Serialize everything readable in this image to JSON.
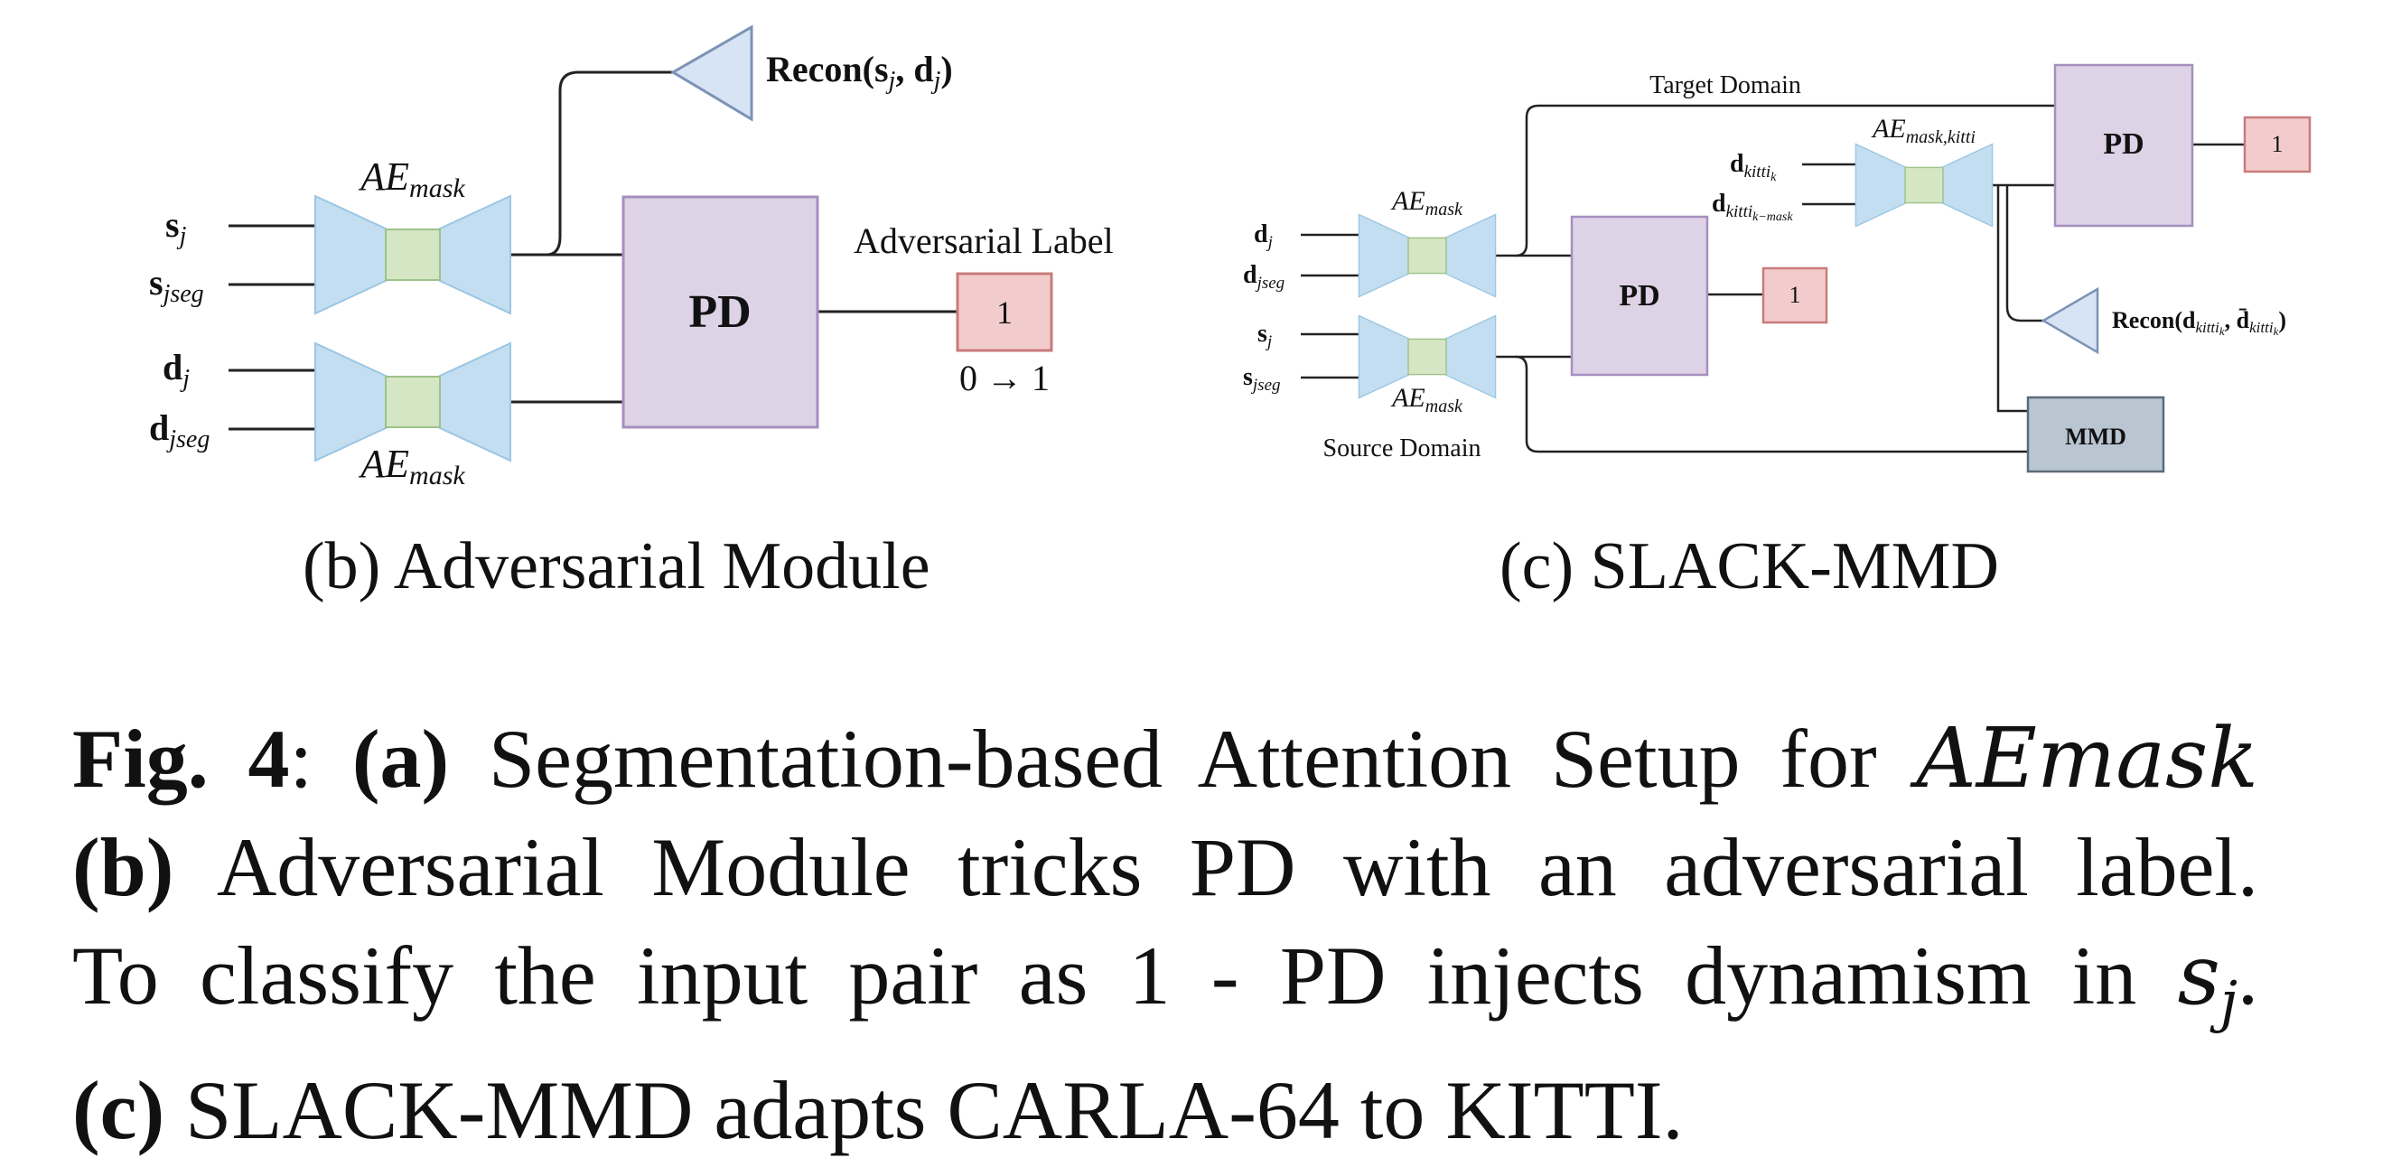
{
  "panel_b": {
    "recon_label": "Recon(s_j, d_j)",
    "ae_label": "AE_mask",
    "inputs": [
      "s_j",
      "s_jseg",
      "d_j",
      "d_jseg"
    ],
    "pd_label": "PD",
    "adv_title": "Adversarial Label",
    "adv_value": "1",
    "adv_flip": "0 → 1",
    "caption": "(b) Adversarial Module"
  },
  "panel_c": {
    "target_domain": "Target Domain",
    "source_domain": "Source Domain",
    "ae_label": "AE_mask",
    "ae_kitti_label": "AE_mask,kitti",
    "inputs_top": [
      "d_j",
      "d_jseg"
    ],
    "inputs_bottom": [
      "s_j",
      "s_jseg"
    ],
    "kitti_inputs": [
      "d_kitti_k",
      "d_kitti_k-mask"
    ],
    "pd_label": "PD",
    "pd_out": "1",
    "pd2_label": "PD",
    "pd2_out": "1",
    "recon_label": "Recon(d_kitti_k, d̄_kitti_k)",
    "mmd_label": "MMD",
    "caption": "(c) SLACK-MMD"
  },
  "caption": {
    "fig": "Fig. 4",
    "a_tag": "(a)",
    "a_text": "Segmentation-based Attention Setup for",
    "a_math": "AEmask",
    "b_tag": "(b)",
    "b_text": "Adversarial Module tricks PD with an adversarial label.",
    "l3_text": "To classify the input pair as 1 - PD injects dynamism in",
    "l3_math": "s",
    "l3_sub": "j",
    "c_tag": "(c)",
    "c_text": "SLACK-MMD adapts CARLA-64 to KITTI."
  },
  "colors": {
    "ae_fill": "#c3def0",
    "ae_core": "#d4e6c3",
    "pd_fill": "#ddd2e6",
    "pd_stroke": "#a58fbf",
    "label_fill": "#f2cccc",
    "label_stroke": "#c97b7b",
    "recon_fill": "#d6e4f5",
    "mmd_fill": "#b9c6d2"
  }
}
